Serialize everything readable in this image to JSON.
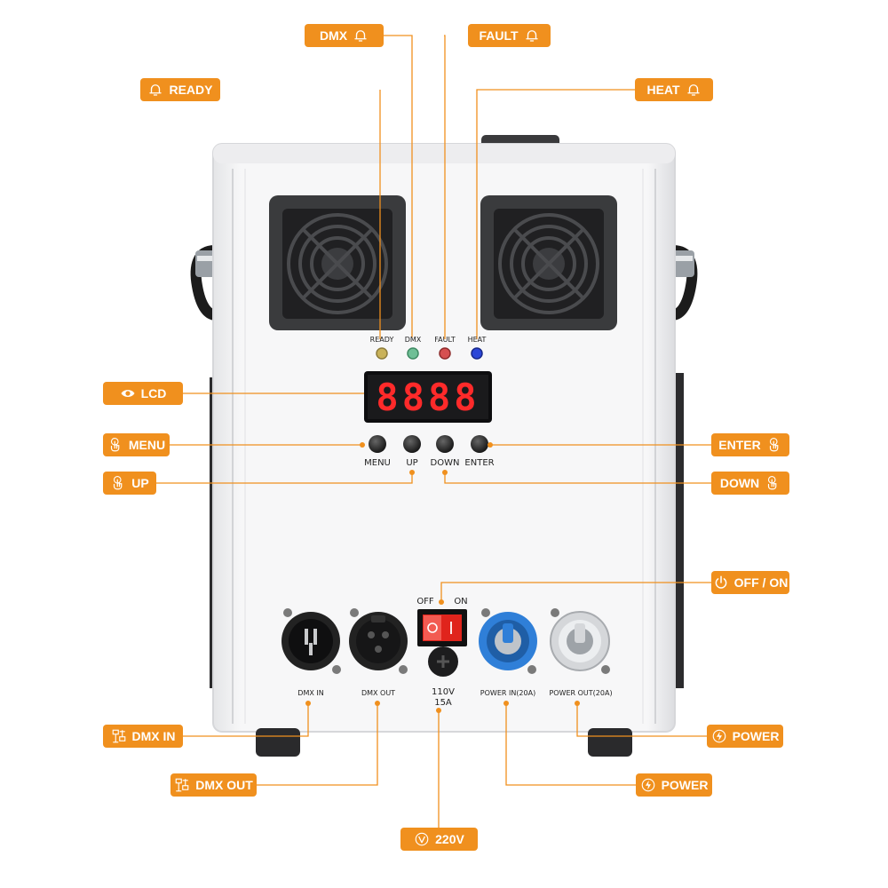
{
  "colors": {
    "accent": "#f0901e",
    "led_ready": "#c9b25a",
    "led_dmx": "#6fbf96",
    "led_fault": "#d65050",
    "led_heat": "#2b46d8",
    "connector_blue": "#2f7fd8",
    "switch_red": "#e0241c"
  },
  "callouts": {
    "dmx": {
      "label": "DMX",
      "icon": "bell-icon"
    },
    "fault": {
      "label": "FAULT",
      "icon": "bell-icon"
    },
    "ready": {
      "label": "READY",
      "icon": "bell-icon"
    },
    "heat": {
      "label": "HEAT",
      "icon": "bell-icon"
    },
    "lcd": {
      "label": "LCD",
      "icon": "eye-icon"
    },
    "menu": {
      "label": "MENU",
      "icon": "touch-hand-icon"
    },
    "up": {
      "label": "UP",
      "icon": "touch-hand-icon"
    },
    "enter": {
      "label": "ENTER",
      "icon": "touch-hand-icon"
    },
    "down": {
      "label": "DOWN",
      "icon": "touch-hand-icon"
    },
    "off_on": {
      "label": "OFF / ON",
      "icon": "power-icon"
    },
    "dmx_in": {
      "label": "DMX IN",
      "icon": "network-icon"
    },
    "dmx_out": {
      "label": "DMX OUT",
      "icon": "network-icon"
    },
    "power_out": {
      "label": "POWER",
      "icon": "lightning-icon"
    },
    "power_in": {
      "label": "POWER",
      "icon": "lightning-icon"
    },
    "voltage": {
      "label": "220V",
      "icon": "voltage-icon"
    }
  },
  "panel": {
    "led_labels": [
      "READY",
      "DMX",
      "FAULT",
      "HEAT"
    ],
    "button_labels": [
      "MENU",
      "UP",
      "DOWN",
      "ENTER"
    ],
    "display_digits": "8888",
    "switch_off": "OFF",
    "switch_on": "ON",
    "fuse_label_1": "110V",
    "fuse_label_2": "15A",
    "dmx_in_label": "DMX IN",
    "dmx_out_label": "DMX OUT",
    "power_in_label": "POWER IN(20A)",
    "power_out_label": "POWER OUT(20A)"
  }
}
